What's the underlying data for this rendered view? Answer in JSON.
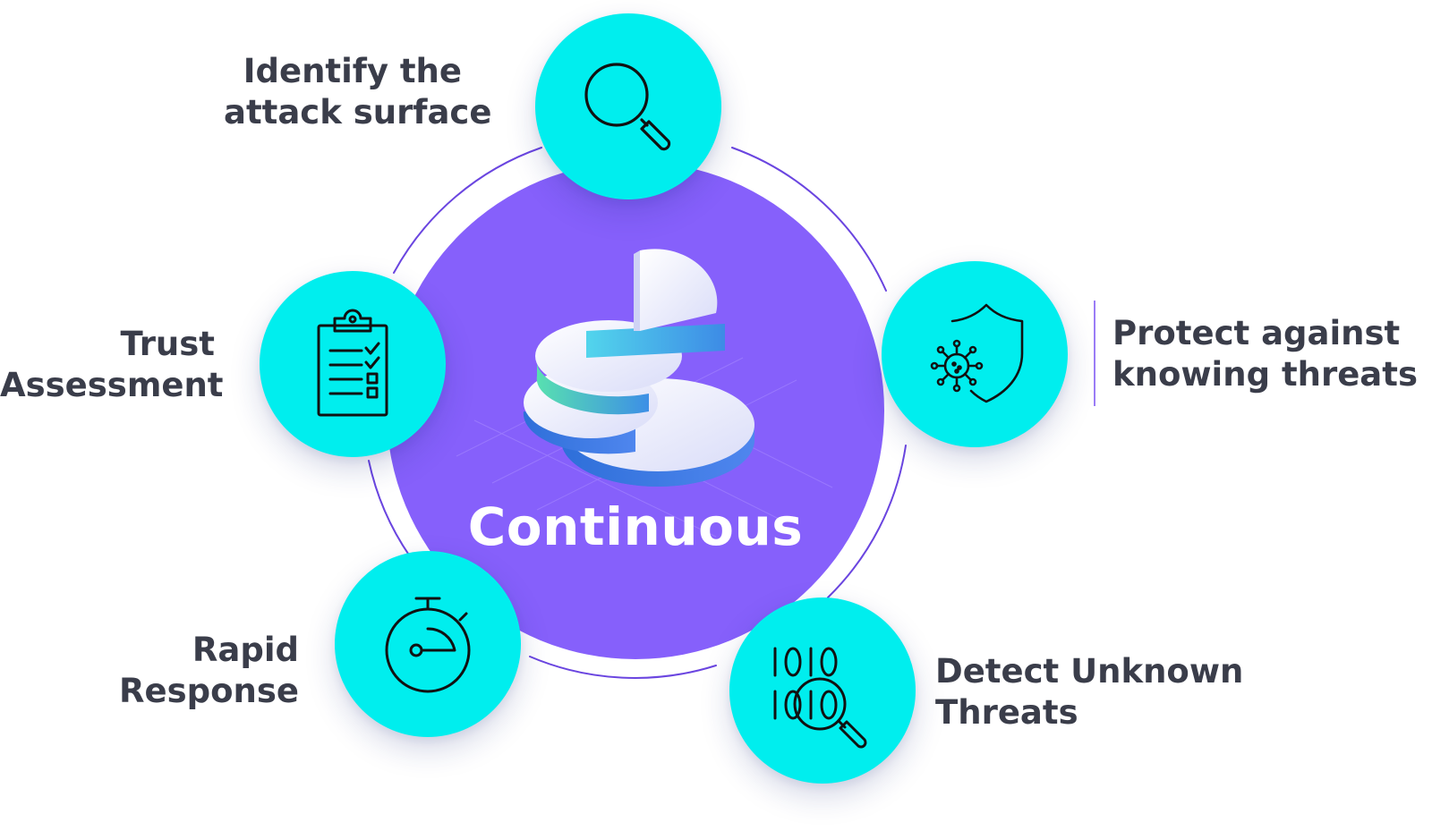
{
  "center": {
    "title": "Continuous"
  },
  "nodes": [
    {
      "id": "identify",
      "icon": "magnifier-icon",
      "lines": [
        "Identify the",
        "attack surface"
      ]
    },
    {
      "id": "protect",
      "icon": "virus-shield-icon",
      "lines": [
        "Protect against",
        "knowing threats"
      ]
    },
    {
      "id": "detect",
      "icon": "binary-search-icon",
      "lines": [
        "Detect Unknown",
        "Threats"
      ]
    },
    {
      "id": "rapid",
      "icon": "stopwatch-icon",
      "lines": [
        "Rapid",
        "Response"
      ]
    },
    {
      "id": "trust",
      "icon": "clipboard-checklist-icon",
      "lines": [
        "Trust",
        "Assessment"
      ]
    }
  ],
  "colors": {
    "node_fill": "#00eeee",
    "center_fill": "#8660fb",
    "ring_stroke": "#6a45e0",
    "label_text": "#3a3d4a",
    "title_text": "#ffffff"
  }
}
